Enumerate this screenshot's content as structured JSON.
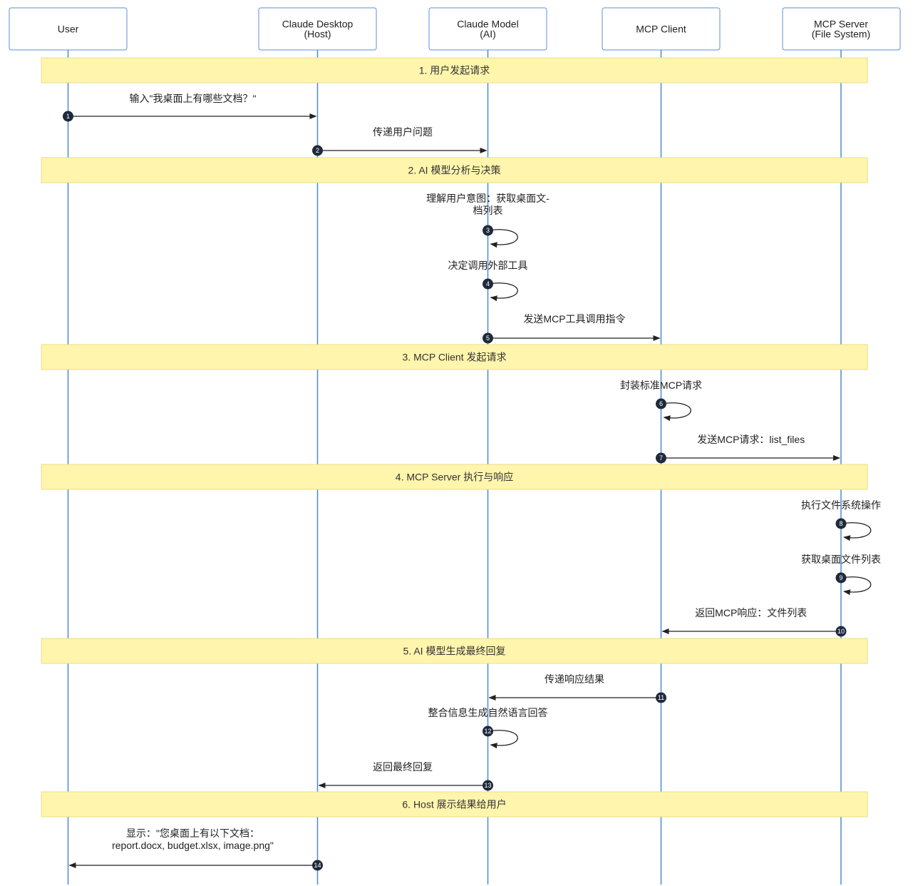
{
  "colors": {
    "actor_border": "#5b8fd6",
    "lifeline": "#4a8ad4",
    "note_fill": "#fff5ad",
    "note_border": "#e8dd8a",
    "arrow": "#222222",
    "badge": "#1f2a3c"
  },
  "actors": [
    {
      "id": "user",
      "lines": [
        "User"
      ]
    },
    {
      "id": "host",
      "lines": [
        "Claude Desktop",
        "(Host)"
      ]
    },
    {
      "id": "model",
      "lines": [
        "Claude Model",
        "(AI)"
      ]
    },
    {
      "id": "client",
      "lines": [
        "MCP Client"
      ]
    },
    {
      "id": "server",
      "lines": [
        "MCP Server",
        "(File System)"
      ]
    }
  ],
  "notes": [
    "1. 用户发起请求",
    "2. AI 模型分析与决策",
    "3. MCP Client 发起请求",
    "4. MCP Server 执行与响应",
    "5. AI 模型生成最终回复",
    "6. Host 展示结果给用户"
  ],
  "messages": [
    {
      "n": 1,
      "from": "user",
      "to": "host",
      "lines": [
        "输入\"我桌面上有哪些文档？\""
      ]
    },
    {
      "n": 2,
      "from": "host",
      "to": "model",
      "lines": [
        "传递用户问题"
      ]
    },
    {
      "n": 3,
      "from": "model",
      "to": "model",
      "lines": [
        "理解用户意图：获取桌面文-",
        "档列表"
      ]
    },
    {
      "n": 4,
      "from": "model",
      "to": "model",
      "lines": [
        "决定调用外部工具"
      ]
    },
    {
      "n": 5,
      "from": "model",
      "to": "client",
      "lines": [
        "发送MCP工具调用指令"
      ]
    },
    {
      "n": 6,
      "from": "client",
      "to": "client",
      "lines": [
        "封装标准MCP请求"
      ]
    },
    {
      "n": 7,
      "from": "client",
      "to": "server",
      "lines": [
        "发送MCP请求：list_files"
      ]
    },
    {
      "n": 8,
      "from": "server",
      "to": "server",
      "lines": [
        "执行文件系统操作"
      ]
    },
    {
      "n": 9,
      "from": "server",
      "to": "server",
      "lines": [
        "获取桌面文件列表"
      ]
    },
    {
      "n": 10,
      "from": "server",
      "to": "client",
      "lines": [
        "返回MCP响应：文件列表"
      ]
    },
    {
      "n": 11,
      "from": "client",
      "to": "model",
      "lines": [
        "传递响应结果"
      ]
    },
    {
      "n": 12,
      "from": "model",
      "to": "model",
      "lines": [
        "整合信息生成自然语言回答"
      ]
    },
    {
      "n": 13,
      "from": "model",
      "to": "host",
      "lines": [
        "返回最终回复"
      ]
    },
    {
      "n": 14,
      "from": "host",
      "to": "user",
      "lines": [
        "显示：\"您桌面上有以下文档：",
        "report.docx, budget.xlsx, image.png\""
      ]
    }
  ]
}
